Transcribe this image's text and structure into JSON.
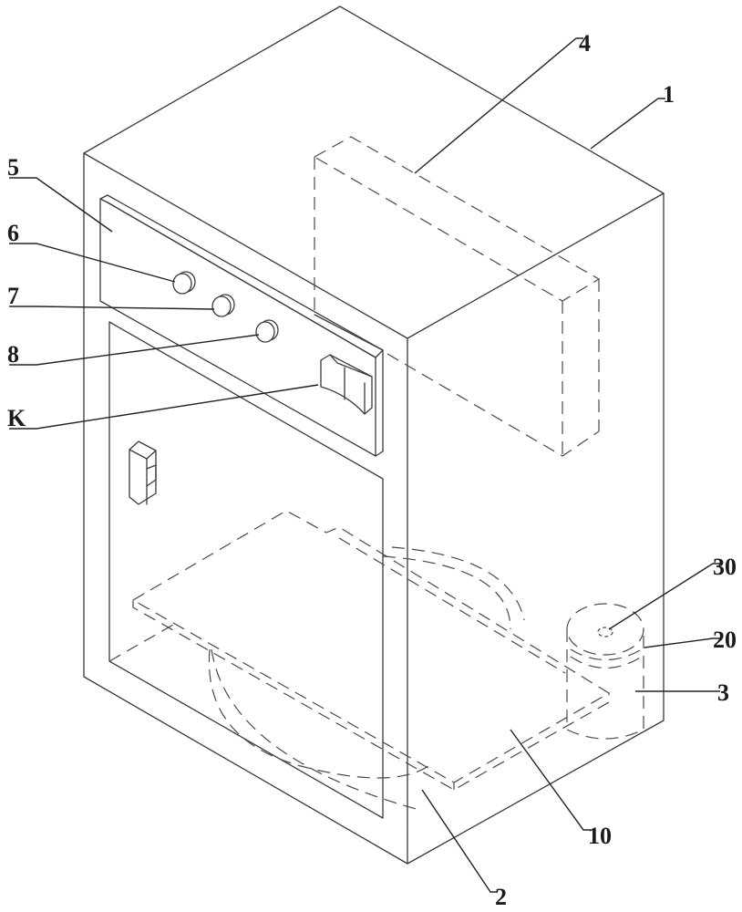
{
  "figure": {
    "type": "patent isometric line drawing",
    "subject": "cabinet appliance with control panel, door, hidden internal components"
  },
  "callouts": [
    {
      "id": "c1",
      "text": "1",
      "part": "cabinet-housing"
    },
    {
      "id": "c2",
      "text": "2",
      "part": "internal-drum"
    },
    {
      "id": "c3",
      "text": "3",
      "part": "motor-cylinder"
    },
    {
      "id": "c4",
      "text": "4",
      "part": "top-internal-module"
    },
    {
      "id": "c5",
      "text": "5",
      "part": "control-panel"
    },
    {
      "id": "c6",
      "text": "6",
      "part": "knob-1"
    },
    {
      "id": "c7",
      "text": "7",
      "part": "knob-2"
    },
    {
      "id": "c8",
      "text": "8",
      "part": "knob-3"
    },
    {
      "id": "cK",
      "text": "K",
      "part": "rocker-switch"
    },
    {
      "id": "c10",
      "text": "10",
      "part": "base-plate"
    },
    {
      "id": "c20",
      "text": "20",
      "part": "motor-cap"
    },
    {
      "id": "c30",
      "text": "30",
      "part": "motor-shaft-hole"
    }
  ]
}
